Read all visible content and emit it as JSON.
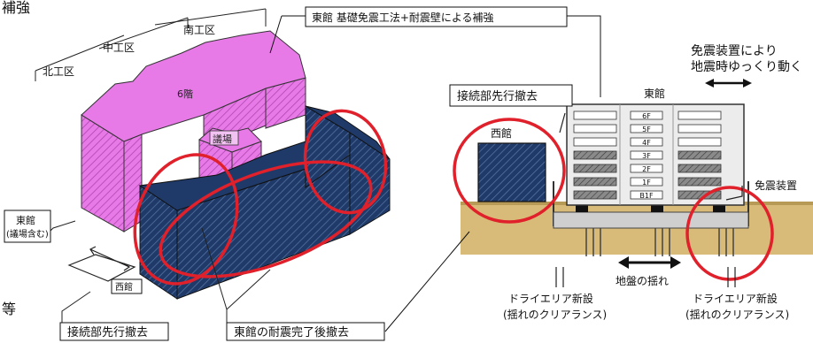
{
  "labels": {
    "corner_cut": "補強",
    "corner_bottom": "等",
    "south_section": "南工区",
    "middle_section": "中工区",
    "north_section": "北工区",
    "floor_6": "6階",
    "assembly_hall": "議場",
    "east_wing_left": "東館",
    "east_wing_left_sub": "(議場含む)",
    "west_wing_left": "西館",
    "connection_remove_bottom": "接続部先行撤去",
    "remove_after_seismic": "東館の耐震完了後撤去",
    "title": "東館 基礎免震工法+耐震壁による補強",
    "isolation_note_line1": "免震装置により",
    "isolation_note_line2": "地震時ゆっくり動く",
    "connection_remove_right": "接続部先行撤去",
    "east_wing_right": "東館",
    "west_wing_right": "西館",
    "isolation_device": "免震装置",
    "ground_shake": "地盤の揺れ",
    "dry_area_left_line1": "ドライエリア新設",
    "dry_area_left_line2": "(揺れのクリアランス)",
    "dry_area_right_line1": "ドライエリア新設",
    "dry_area_right_line2": "(揺れのクリアランス)"
  },
  "floors": [
    "6F",
    "5F",
    "4F",
    "3F",
    "2F",
    "1F",
    "B1F"
  ],
  "colors": {
    "magenta": "#e77ae7",
    "magenta_dark": "#b84bb8",
    "navy": "#1f3a68",
    "red": "#e0202a",
    "ground": "#d8bb78",
    "building": "#e9e9e9"
  }
}
